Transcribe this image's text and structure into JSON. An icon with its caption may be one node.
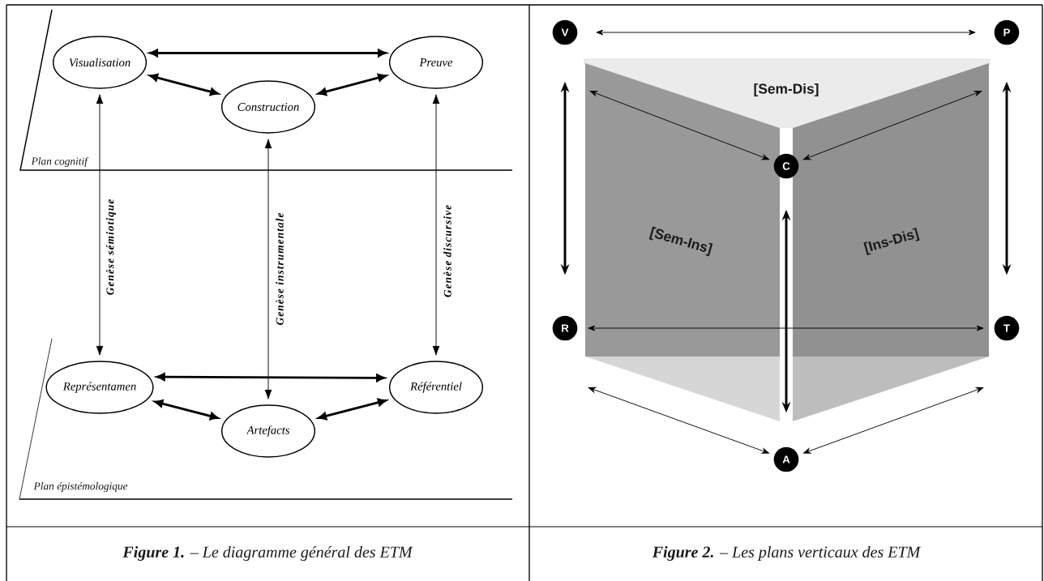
{
  "diagram": {
    "nodes": [
      {
        "text": [
          "Visualisation"
        ]
      },
      {
        "text": [
          "Preuve"
        ]
      },
      {
        "text": [
          "Construction"
        ]
      },
      {
        "text": [
          "Représentamen"
        ]
      },
      {
        "text": [
          "Référentiel"
        ]
      },
      {
        "text": [
          "Artefacts"
        ]
      },
      {
        "text": [
          "V"
        ]
      },
      {
        "text": [
          "P"
        ]
      },
      {
        "text": [
          "C"
        ]
      },
      {
        "text": [
          "R"
        ]
      },
      {
        "text": [
          "T"
        ]
      },
      {
        "text": [
          "A"
        ]
      }
    ],
    "edges": [
      {
        "from": 0,
        "to": 1,
        "arrow": "both",
        "style": "thick"
      },
      {
        "from": 0,
        "to": 2,
        "arrow": "both",
        "style": "thick"
      },
      {
        "from": 2,
        "to": 1,
        "arrow": "both",
        "style": "thick"
      },
      {
        "from": 0,
        "to": 3,
        "arrow": "both",
        "label": "Genèse sémiotique"
      },
      {
        "from": 2,
        "to": 5,
        "arrow": "both",
        "label": "Genèse instrumentale"
      },
      {
        "from": 1,
        "to": 4,
        "arrow": "both",
        "label": "Genèse discursive"
      },
      {
        "from": 3,
        "to": 4,
        "arrow": "both",
        "style": "thick"
      },
      {
        "from": 3,
        "to": 5,
        "arrow": "both",
        "style": "thick"
      },
      {
        "from": 5,
        "to": 4,
        "arrow": "both",
        "style": "thick"
      },
      {
        "from": 6,
        "to": 7,
        "arrow": "both"
      },
      {
        "from": 6,
        "to": 9,
        "arrow": "both",
        "style": "thick"
      },
      {
        "from": 7,
        "to": 10,
        "arrow": "both",
        "style": "thick"
      },
      {
        "from": 6,
        "to": 8,
        "arrow": "both"
      },
      {
        "from": 7,
        "to": 8,
        "arrow": "both"
      },
      {
        "from": 8,
        "to": 11,
        "arrow": "both",
        "style": "thick"
      },
      {
        "from": 9,
        "to": 10,
        "arrow": "both"
      },
      {
        "from": 9,
        "to": 11,
        "arrow": "both"
      },
      {
        "from": 10,
        "to": 11,
        "arrow": "both"
      }
    ],
    "labels": [
      "Plan cognitif",
      "Plan épistémologique",
      "[Sem-Dis]",
      "[Sem-Ins]",
      "[Ins-Dis]",
      "**Figure 1.** –  Le diagramme général des ETM",
      "**Figure 2.** –  Les plans verticaux des ETM"
    ]
  }
}
